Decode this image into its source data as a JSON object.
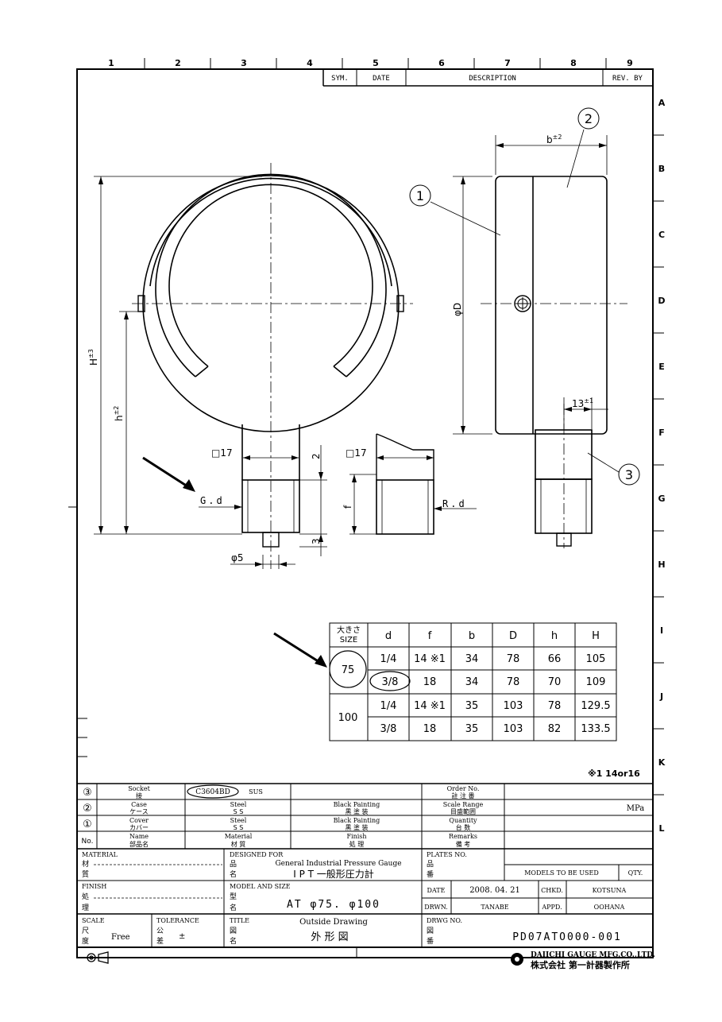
{
  "grid": {
    "columns": [
      "1",
      "2",
      "3",
      "4",
      "5",
      "6",
      "7",
      "8",
      "9"
    ],
    "rows": [
      "A",
      "B",
      "C",
      "D",
      "E",
      "F",
      "G",
      "H",
      "I",
      "J",
      "K",
      "L"
    ]
  },
  "revision_header": {
    "sym": "SYM.",
    "date": "DATE",
    "description": "DESCRIPTION",
    "rev_by": "REV. BY"
  },
  "dimensions": {
    "b": "b",
    "b_tol": "±2",
    "D": "φD",
    "H": "H",
    "H_tol": "±3",
    "h": "h",
    "h_tol": "±2",
    "sq17_a": "□17",
    "sq17_b": "□17",
    "two": "2",
    "f": "f",
    "three": "3",
    "phi5": "φ5",
    "thirteen": "13",
    "thirteen_tol": "±1",
    "g_d": "G.d",
    "r_d": "R.d"
  },
  "balloons": {
    "b1": "1",
    "b2": "2",
    "b3": "3"
  },
  "size_table": {
    "headers": [
      "大きさ SIZE",
      "d",
      "f",
      "b",
      "D",
      "h",
      "H"
    ],
    "size_header_jp": "大きさ",
    "size_header_en": "SIZE",
    "groups": [
      {
        "size": "75",
        "rows": [
          [
            "1/4",
            "14 ※1",
            "34",
            "78",
            "66",
            "105"
          ],
          [
            "3/8",
            "18",
            "34",
            "78",
            "70",
            "109"
          ]
        ]
      },
      {
        "size": "100",
        "rows": [
          [
            "1/4",
            "14 ※1",
            "35",
            "103",
            "78",
            "129.5"
          ],
          [
            "3/8",
            "18",
            "35",
            "103",
            "82",
            "133.5"
          ]
        ]
      }
    ]
  },
  "footnote": "※1  14or16",
  "parts": [
    {
      "no": "③",
      "name_en": "Socket",
      "name_jp": "接",
      "material": "C3604BD",
      "material_alt": "SUS",
      "finish": ""
    },
    {
      "no": "②",
      "name_en": "Case",
      "name_jp": "ケース",
      "material": "Steel",
      "material_jp": "S S",
      "finish": "Black Painting",
      "finish_jp": "黒 塗 装"
    },
    {
      "no": "①",
      "name_en": "Cover",
      "name_jp": "カバー",
      "material": "Steel",
      "material_jp": "S S",
      "finish": "Black Painting",
      "finish_jp": "黒 塗 装"
    }
  ],
  "parts_header": {
    "no": "No.",
    "name_en": "Name",
    "name_jp": "部品名",
    "material_en": "Material",
    "material_jp": "材 質",
    "finish_en": "Finish",
    "finish_jp": "処 理"
  },
  "order_block": {
    "order_no_en": "Order No.",
    "order_no_jp": "註 注 番",
    "scale_range_en": "Scale Range",
    "scale_range_jp": "目盛範囲",
    "unit": "MPa",
    "quantity_en": "Quantity",
    "quantity_jp": "台 数",
    "remarks_en": "Remarks",
    "remarks_jp": "備 考"
  },
  "title_block": {
    "material_label": "MATERIAL",
    "material_jp_1": "材",
    "material_jp_2": "質",
    "finish_label": "FINISH",
    "finish_jp_1": "処",
    "finish_jp_2": "理",
    "scale_label": "SCALE",
    "scale_jp_1": "尺",
    "scale_jp_2": "度",
    "scale_value": "Free",
    "tolerance_label": "TOLERANCE",
    "tolerance_jp_1": "公",
    "tolerance_jp_2": "差",
    "tolerance_value": "±",
    "designed_for_label": "DESIGNED FOR",
    "designed_jp_1": "品",
    "designed_jp_2": "名",
    "designed_for_en": "General Industrial Pressure Gauge",
    "designed_for_jp": "I P T  一般形圧力計",
    "model_label": "MODEL AND SIZE",
    "model_jp_1": "型",
    "model_jp_2": "名",
    "model_value": "AT  φ75. φ100",
    "title_label": "TITLE",
    "title_jp_1": "図",
    "title_jp_2": "名",
    "title_en": "Outside Drawing",
    "title_jp": "外 形 図",
    "plates_label": "PLATES NO.",
    "plates_jp_1": "品",
    "plates_jp_2": "番",
    "models_used": "MODELS TO BE USED",
    "qty": "QTY.",
    "date_label": "DATE",
    "date_value": "2008. 04. 21",
    "chkd_label": "CHKD.",
    "chkd_value": "KOTSUNA",
    "drwn_label": "DRWN.",
    "drwn_value": "TANABE",
    "appd_label": "APPD.",
    "appd_value": "OOHANA",
    "drwg_label": "DRWG NO.",
    "drwg_jp_1": "図",
    "drwg_jp_2": "番",
    "drwg_value": "PD07ATO000-001"
  },
  "company": {
    "name_en": "DAIICHI GAUGE MFG.CO.,LTD.",
    "name_jp": "株式会社 第一計器製作所"
  }
}
